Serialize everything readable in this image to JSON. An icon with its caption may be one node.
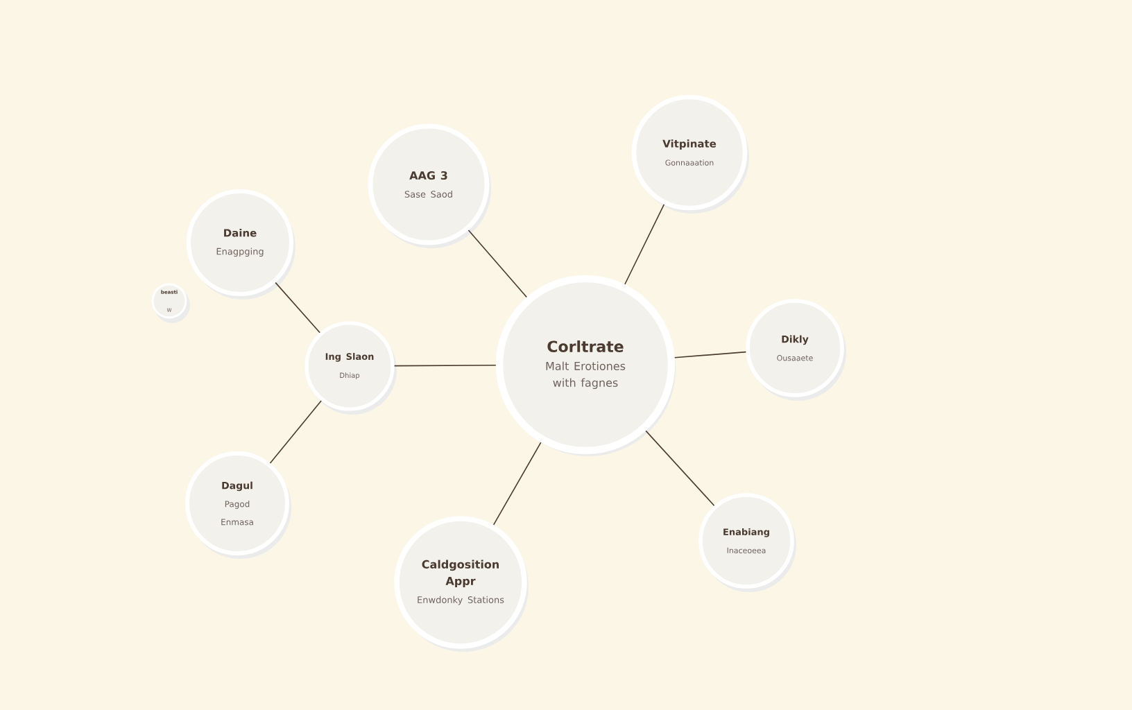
{
  "diagram": {
    "nodes": [
      {
        "text": [
          "Corltrate",
          "Malt Erotiones with fagnes"
        ]
      },
      {
        "text": [
          "AAG 3",
          "Sase Saod"
        ]
      },
      {
        "text": [
          "Vitpinate",
          "Gonnaaation"
        ]
      },
      {
        "text": [
          "Daine",
          "Enagpging"
        ]
      },
      {
        "text": [
          "beasti",
          "W"
        ]
      },
      {
        "text": [
          "Ing Slaon",
          "Dhiap"
        ]
      },
      {
        "text": [
          "Dikly",
          "Ousaaete"
        ]
      },
      {
        "text": [
          "Dagul",
          "Pagod",
          "Enmasa"
        ]
      },
      {
        "text": [
          "Caldgosition Appr",
          "Enwdonky Stations"
        ]
      },
      {
        "text": [
          "Enabiang",
          "Inaceoeea"
        ]
      }
    ],
    "edges": [
      {
        "from": 0,
        "to": 1,
        "arrow": "none"
      },
      {
        "from": 0,
        "to": 2,
        "arrow": "none"
      },
      {
        "from": 0,
        "to": 5,
        "arrow": "none"
      },
      {
        "from": 0,
        "to": 6,
        "arrow": "none"
      },
      {
        "from": 0,
        "to": 8,
        "arrow": "none"
      },
      {
        "from": 0,
        "to": 9,
        "arrow": "none"
      },
      {
        "from": 5,
        "to": 3,
        "arrow": "none"
      },
      {
        "from": 5,
        "to": 7,
        "arrow": "none"
      }
    ]
  }
}
